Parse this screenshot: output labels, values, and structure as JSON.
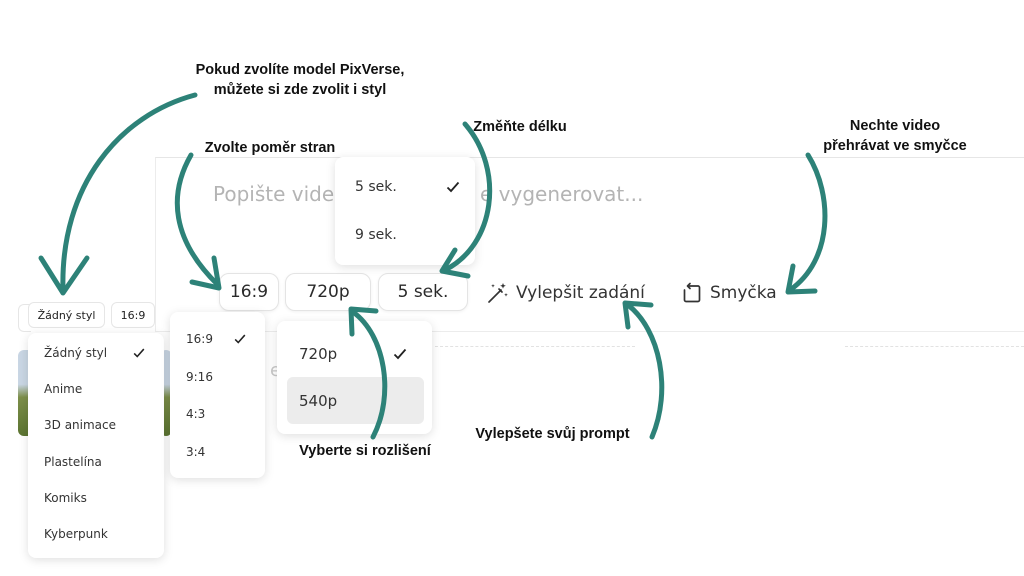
{
  "annotations": {
    "style_line1": "Pokud zvolíte model PixVerse,",
    "style_line2": "můžete si zde zvolit i styl",
    "aspect": "Zvolte poměr stran",
    "duration": "Změňte délku",
    "loop_line1": "Nechte video",
    "loop_line2": "přehrávat ve smyčce",
    "resolution": "Vyberte si rozlišení",
    "enhance": "Vylepšete svůj prompt"
  },
  "prompt": {
    "left_text": "Popište vide",
    "right_text": "e vygenerovat..."
  },
  "toolbar": {
    "aspect_value": "16:9",
    "resolution_value": "720p",
    "duration_value": "5 sek.",
    "enhance_label": "Vylepšit zadání",
    "loop_label": "Smyčka"
  },
  "small_toolbar": {
    "style_value": "Žádný styl",
    "aspect_value": "16:9"
  },
  "duration_menu": {
    "items": [
      {
        "label": "5 sek.",
        "selected": true
      },
      {
        "label": "9 sek.",
        "selected": false
      }
    ]
  },
  "style_menu": {
    "items": [
      {
        "label": "Žádný styl",
        "selected": true
      },
      {
        "label": "Anime",
        "selected": false
      },
      {
        "label": "3D animace",
        "selected": false
      },
      {
        "label": "Plastelína",
        "selected": false
      },
      {
        "label": "Komiks",
        "selected": false
      },
      {
        "label": "Kyberpunk",
        "selected": false
      }
    ]
  },
  "aspect_menu": {
    "items": [
      {
        "label": "16:9",
        "selected": true
      },
      {
        "label": "9:16",
        "selected": false
      },
      {
        "label": "4:3",
        "selected": false
      },
      {
        "label": "3:4",
        "selected": false
      }
    ]
  },
  "resolution_menu": {
    "items": [
      {
        "label": "720p",
        "selected": true
      },
      {
        "label": "540p",
        "selected": false,
        "highlighted": true
      }
    ]
  },
  "background_fragment": "e",
  "colors": {
    "arrow": "#2d8278",
    "highlight": "#ececec",
    "prompt_placeholder": "#b4b4b4"
  }
}
